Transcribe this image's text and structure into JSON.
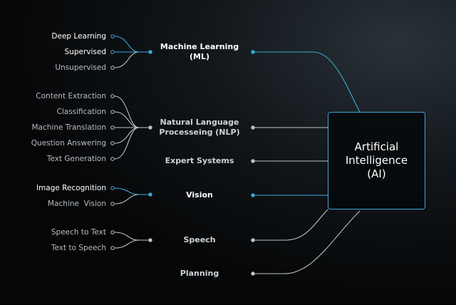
{
  "center": {
    "line1": "Artificial",
    "line2": "Intelligence",
    "line3": "(AI)"
  },
  "branches": [
    {
      "label_line1": "Machine Learning",
      "label_line2": "(ML)",
      "highlight": true,
      "leaves": [
        {
          "label": "Deep Learning",
          "highlight": true
        },
        {
          "label": "Supervised",
          "highlight": true
        },
        {
          "label": "Unsupervised",
          "highlight": false
        }
      ]
    },
    {
      "label_line1": "Natural Language",
      "label_line2": "Processeing (NLP)",
      "highlight": false,
      "leaves": [
        {
          "label": "Content Extraction"
        },
        {
          "label": "Classification"
        },
        {
          "label": "Machine Translation"
        },
        {
          "label": "Question Answering"
        },
        {
          "label": "Text Generation"
        }
      ]
    },
    {
      "label_line1": "Expert Systems",
      "highlight": false,
      "leaves": []
    },
    {
      "label_line1": "Vision",
      "highlight": true,
      "leaves": [
        {
          "label": "Image Recognition",
          "highlight": true
        },
        {
          "label": "Machine  Vision",
          "highlight": false
        }
      ]
    },
    {
      "label_line1": "Speech",
      "highlight": false,
      "leaves": [
        {
          "label": "Speech to Text"
        },
        {
          "label": "Text to Speech"
        }
      ]
    },
    {
      "label_line1": "Planning",
      "highlight": false,
      "leaves": []
    }
  ],
  "colors": {
    "highlight": "#3da9d6",
    "normal": "#bfc3c6"
  }
}
